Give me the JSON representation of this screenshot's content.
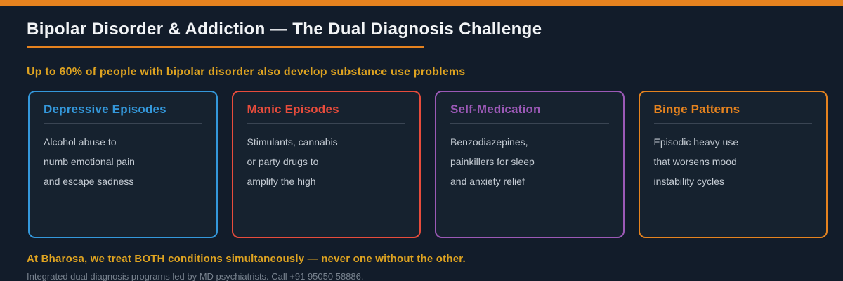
{
  "page": {
    "title": "Bipolar Disorder & Addiction — The Dual Diagnosis Challenge",
    "subtitle": "Up to 60% of people with bipolar disorder also develop substance use problems",
    "footer_bold": "At Bharosa, we treat BOTH conditions simultaneously — never one without the other.",
    "footer_small": "Integrated dual diagnosis programs led by MD psychiatrists. Call +91 95050 58886."
  },
  "colors": {
    "background": "#121C2A",
    "card_background": "#16222F",
    "topbar_orange": "#E5821F",
    "gold": "#DEA321",
    "title_white": "#F2F4F6",
    "body_text": "#C4CBD3",
    "muted_text": "#78828E",
    "divider": "#3A4553"
  },
  "cards": [
    {
      "title": "Depressive Episodes",
      "accent": "#3498DB",
      "lines": [
        "Alcohol abuse to",
        "numb emotional pain",
        "and escape sadness"
      ]
    },
    {
      "title": "Manic Episodes",
      "accent": "#E74C3C",
      "lines": [
        "Stimulants, cannabis",
        "or party drugs to",
        "amplify the high"
      ]
    },
    {
      "title": "Self-Medication",
      "accent": "#9B59B6",
      "lines": [
        "Benzodiazepines,",
        "painkillers for sleep",
        "and anxiety relief"
      ]
    },
    {
      "title": "Binge Patterns",
      "accent": "#E5831F",
      "lines": [
        "Episodic heavy use",
        "that worsens mood",
        "instability cycles"
      ]
    }
  ]
}
